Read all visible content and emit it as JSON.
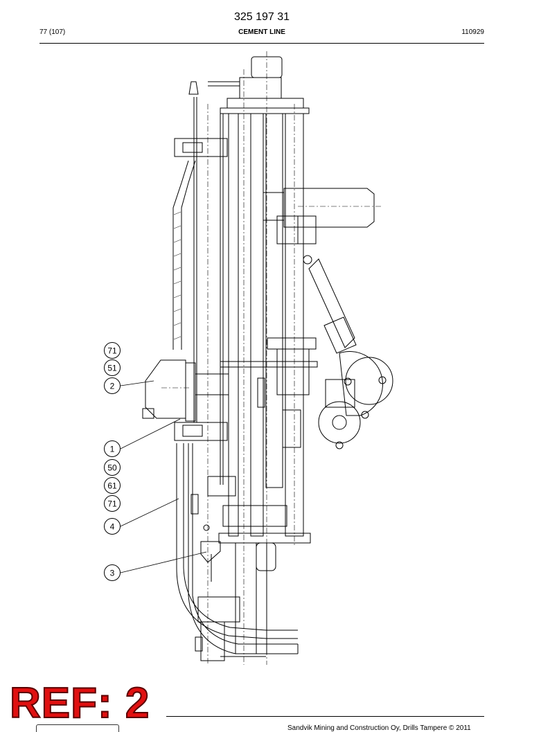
{
  "header": {
    "document_number": "325 197 31",
    "page_count": "77 (107)",
    "section_title": "CEMENT LINE",
    "revision_date": "110929"
  },
  "drawing": {
    "callouts": [
      "71",
      "51",
      "2",
      "1",
      "50",
      "61",
      "71",
      "4",
      "3"
    ]
  },
  "stamp": {
    "text": "REF: 2",
    "color": "#e01010"
  },
  "footer": {
    "copyright": "Sandvik Mining and Construction Oy, Drills Tampere © 2011"
  }
}
